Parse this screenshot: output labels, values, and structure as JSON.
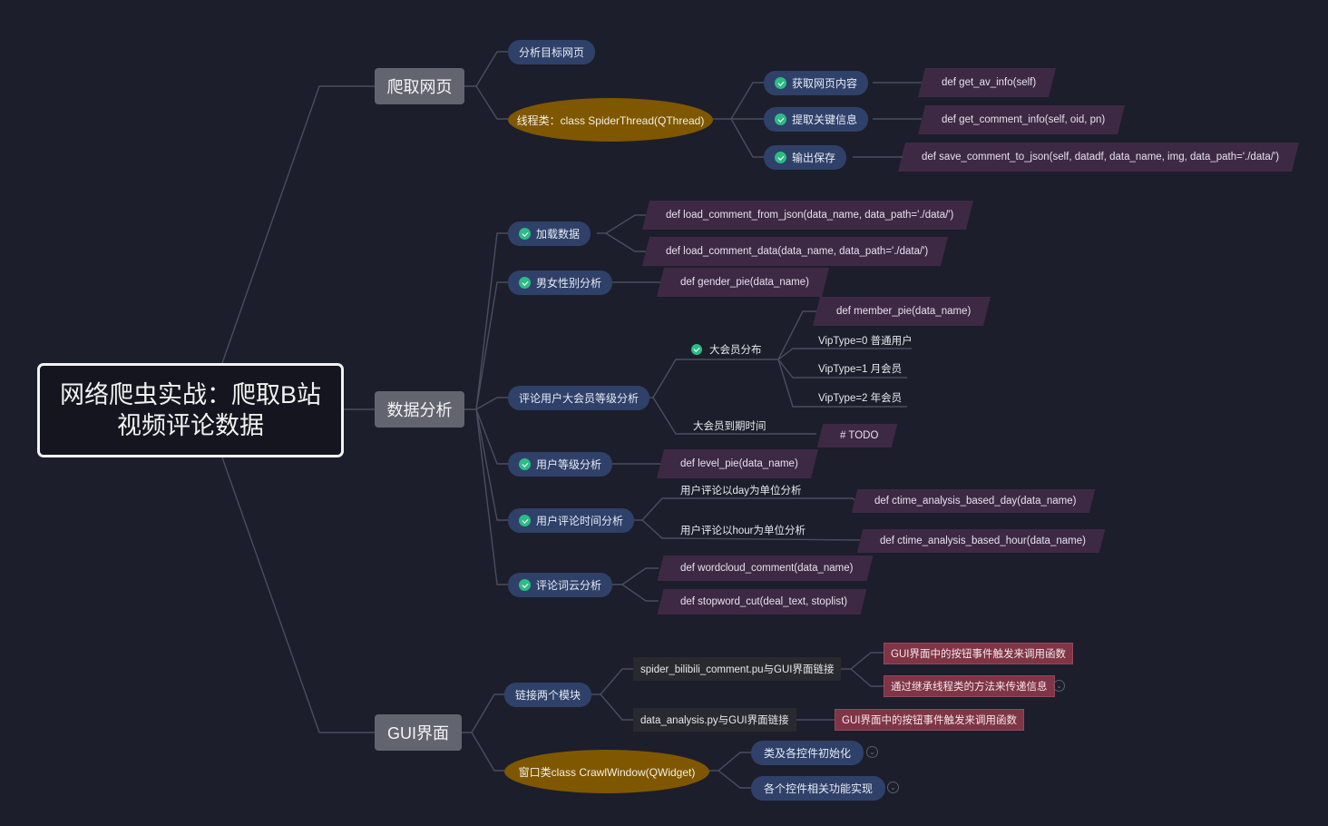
{
  "root": {
    "line1": "网络爬虫实战：爬取B站",
    "line2": "视频评论数据"
  },
  "branches": {
    "crawl": {
      "label": "爬取网页",
      "analyze_target": "分析目标网页",
      "thread_class": "线程类：class SpiderThread(QThread)",
      "get_content": "获取网页内容",
      "get_content_code": "def get_av_info(self)",
      "extract_keys": "提取关键信息",
      "extract_keys_code": "def get_comment_info(self, oid, pn)",
      "output_save": "输出保存",
      "output_save_code": "def save_comment_to_json(self, datadf, data_name, img, data_path='./data/')"
    },
    "analysis": {
      "label": "数据分析",
      "load_data": "加载数据",
      "load_json_code": "def load_comment_from_json(data_name, data_path='./data/')",
      "load_data_code": "def load_comment_data(data_name, data_path='./data/')",
      "gender": "男女性别分析",
      "gender_code": "def gender_pie(data_name)",
      "member_level": "评论用户大会员等级分析",
      "member_dist": "大会员分布",
      "member_pie_code": "def member_pie(data_name)",
      "vip0": "VipType=0 普通用户",
      "vip1": "VipType=1 月会员",
      "vip2": "VipType=2 年会员",
      "member_expire": "大会员到期时间",
      "todo": "# TODO",
      "user_level": "用户等级分析",
      "level_code": "def level_pie(data_name)",
      "comment_time": "用户评论时间分析",
      "by_day": "用户评论以day为单位分析",
      "by_day_code": "def ctime_analysis_based_day(data_name)",
      "by_hour": "用户评论以hour为单位分析",
      "by_hour_code": "def ctime_analysis_based_hour(data_name)",
      "wordcloud": "评论词云分析",
      "wordcloud_code": "def wordcloud_comment(data_name)",
      "stopword_code": "def stopword_cut(deal_text, stoplist)"
    },
    "gui": {
      "label": "GUI界面",
      "link_modules": "链接两个模块",
      "spider_link": "spider_bilibili_comment.pu与GUI界面链接",
      "spider_note1": "GUI界面中的按钮事件触发来调用函数",
      "spider_note2": "通过继承线程类的方法来传递信息",
      "analysis_link": "data_analysis.py与GUI界面链接",
      "analysis_note": "GUI界面中的按钮事件触发来调用函数",
      "window_class": "窗口类class CrawlWindow(QWidget)",
      "init_controls": "类及各控件初始化",
      "control_funcs": "各个控件相关功能实现"
    }
  },
  "colors": {
    "background": "#1c1e2b",
    "branch_node": "#62646f",
    "task_pill": "#2f4169",
    "class_ellipse": "#7f5700",
    "code_block": "#3e2944",
    "note_red": "#7f3546",
    "done_check": "#2dbb86"
  }
}
